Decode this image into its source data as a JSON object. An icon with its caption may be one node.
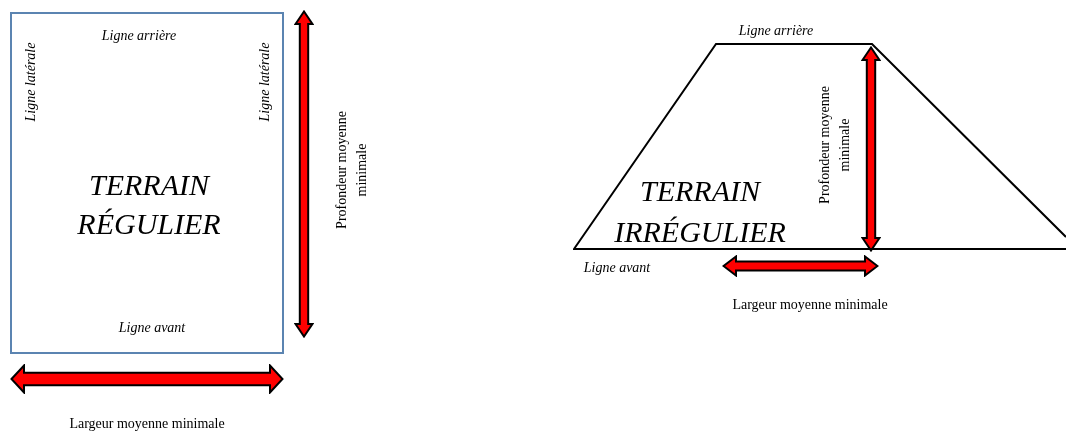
{
  "diagram": {
    "nodes": [
      {
        "text": [
          "Ligne arrière",
          "Ligne latérale",
          "Ligne latérale",
          "TERRAIN RÉGULIER",
          "Ligne avant"
        ]
      },
      {
        "text": [
          "TERRAIN IRRÉGULIER"
        ],
        "beside": [
          "Ligne arrière",
          "Ligne avant"
        ]
      }
    ],
    "labels": [
      "Profondeur moyenne minimale",
      "Largeur moyenne minimale",
      "Profondeur moyenne minimale",
      "Largeur moyenne minimale"
    ]
  }
}
